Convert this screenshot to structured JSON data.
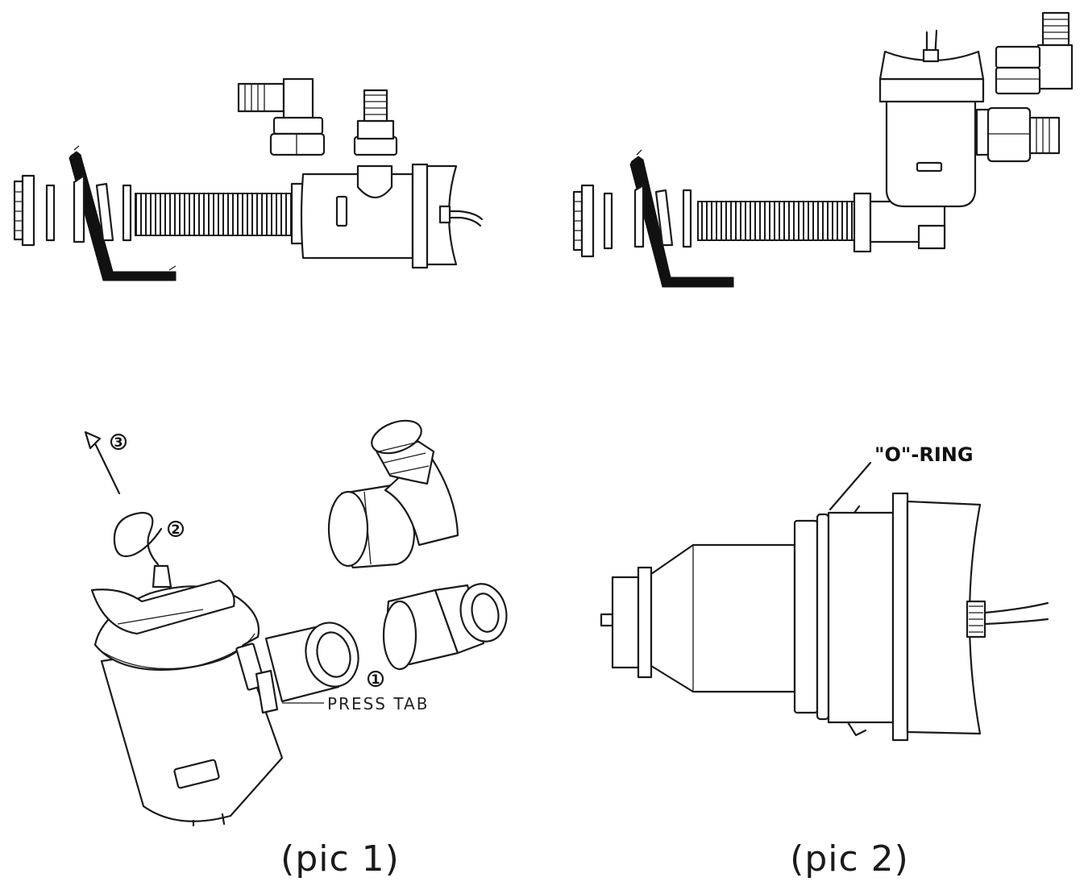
{
  "labels": {
    "press_tab": "PRESS TAB",
    "o_ring": "\"O\"-RING",
    "step1": "1",
    "step2": "2",
    "step3": "3"
  },
  "captions": {
    "pic1": "(pic 1)",
    "pic2": "(pic 2)"
  },
  "colors": {
    "line": "#1a1a1a",
    "background": "#ffffff"
  }
}
